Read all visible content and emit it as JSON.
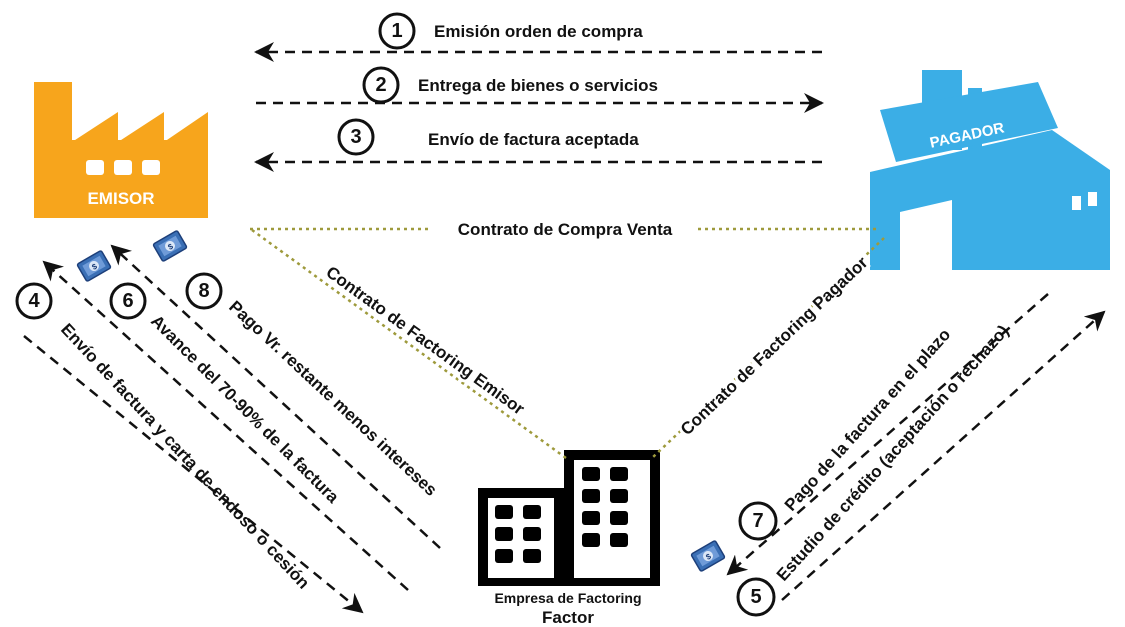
{
  "title": "",
  "nodes": {
    "emisor": {
      "label": "EMISOR",
      "color": "#F7A51C"
    },
    "pagador": {
      "label": "PAGADOR",
      "color": "#3BAEE6"
    },
    "factor": {
      "label": "Empresa de Factoring",
      "sublabel": "Factor",
      "color": "#000000"
    }
  },
  "steps": [
    {
      "number": "1",
      "label": "Emisión orden de compra"
    },
    {
      "number": "2",
      "label": "Entrega de bienes o servicios"
    },
    {
      "number": "3",
      "label": "Envío de factura aceptada"
    },
    {
      "number": "4",
      "label": "Envío de factura y carta de endoso o cesión"
    },
    {
      "number": "5",
      "label": "Estudio de crédito (aceptación o rechazo)"
    },
    {
      "number": "6",
      "label": "Avance del 70-90% de la factura"
    },
    {
      "number": "7",
      "label": "Pago de la factura en el plazo"
    },
    {
      "number": "8",
      "label": "Pago Vr. restante menos intereses"
    }
  ],
  "contracts": {
    "compra_venta": "Contrato de Compra Venta",
    "factoring_emisor": "Contrato de Factoring Emisor",
    "factoring_pagador": "Contrato de Factoring Pagador"
  },
  "icons": {
    "money": "money-bill-icon",
    "factory": "factory-icon",
    "building": "office-building-icon"
  },
  "colors": {
    "dotted_line": "#9E9A3C",
    "money": "#3A6FB5"
  }
}
